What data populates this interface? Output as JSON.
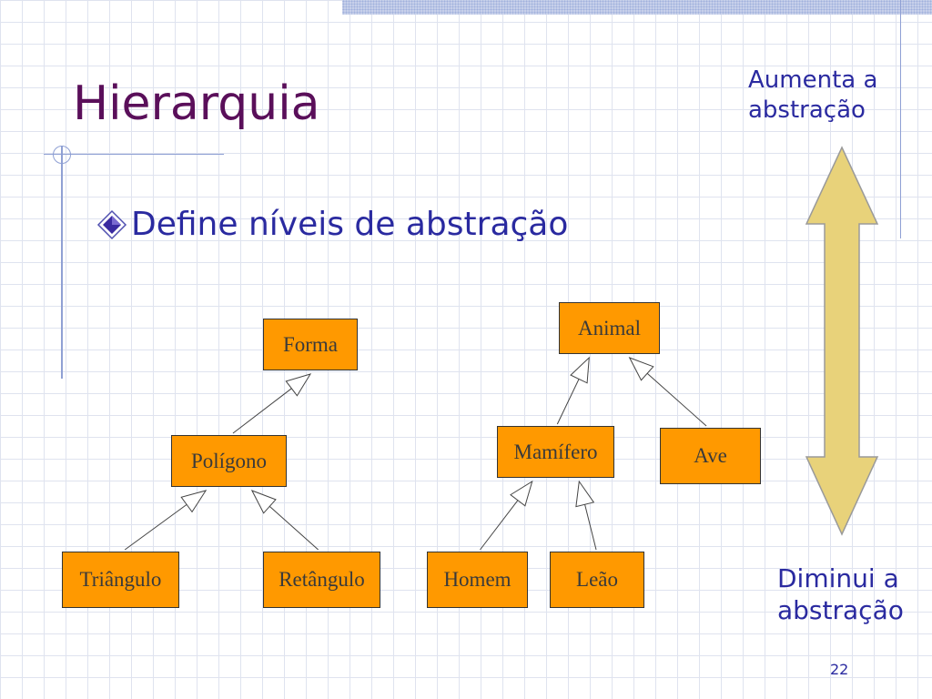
{
  "slide": {
    "title": "Hierarquia",
    "bullet": "Define níveis de abstração",
    "increase_label": [
      "Aumenta a",
      "abstração"
    ],
    "decrease_label": [
      "Diminui a",
      "abstração"
    ],
    "page_number": "22"
  },
  "diagram": {
    "nodes": {
      "forma": "Forma",
      "poligono": "Polígono",
      "triangulo": "Triângulo",
      "retangulo": "Retângulo",
      "animal": "Animal",
      "mamifero": "Mamífero",
      "ave": "Ave",
      "homem": "Homem",
      "leao": "Leão"
    },
    "edges": [
      {
        "from": "poligono",
        "to": "forma"
      },
      {
        "from": "triangulo",
        "to": "poligono"
      },
      {
        "from": "retangulo",
        "to": "poligono"
      },
      {
        "from": "mamifero",
        "to": "animal"
      },
      {
        "from": "ave",
        "to": "animal"
      },
      {
        "from": "homem",
        "to": "mamifero"
      },
      {
        "from": "leao",
        "to": "mamifero"
      }
    ]
  },
  "colors": {
    "node_fill": "#ff9900",
    "title": "#5a0f5a",
    "text": "#2a2aa0",
    "arrow_fill": "#e8d27a"
  }
}
